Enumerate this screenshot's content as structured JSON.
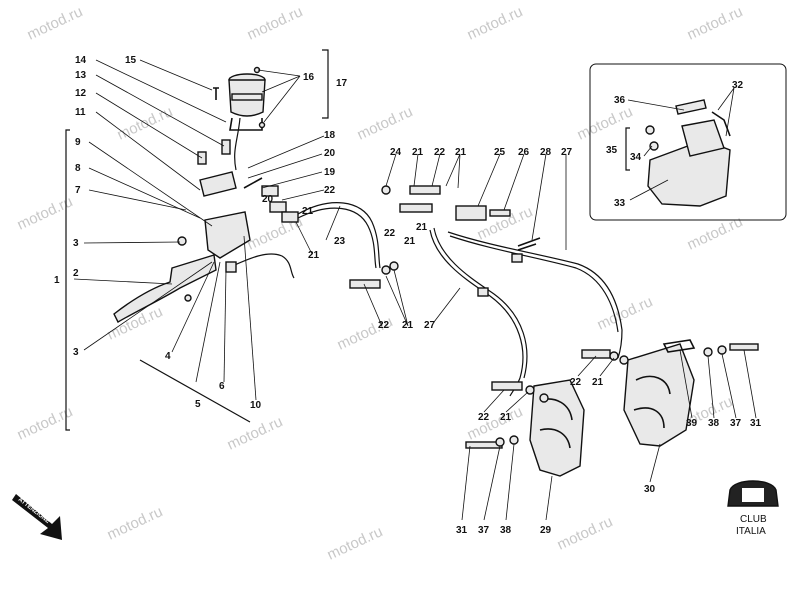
{
  "watermark": "motod.ru",
  "logo": {
    "line1": "CLUB",
    "line2": "ITALIA"
  },
  "stamp": "ATTENZIONE",
  "callouts": {
    "c1": "1",
    "c2": "2",
    "c3a": "3",
    "c3b": "3",
    "c4": "4",
    "c5": "5",
    "c6": "6",
    "c7": "7",
    "c8": "8",
    "c9": "9",
    "c10": "10",
    "c11": "11",
    "c12": "12",
    "c13": "13",
    "c14": "14",
    "c15": "15",
    "c16": "16",
    "c17": "17",
    "c18": "18",
    "c19": "19",
    "c20a": "20",
    "c20b": "20",
    "c21a": "21",
    "c21b": "21",
    "c21c": "21",
    "c21d": "21",
    "c21e": "21",
    "c21f": "21",
    "c21g": "21",
    "c21h": "21",
    "c21i": "21",
    "c22a": "22",
    "c22b": "22",
    "c22c": "22",
    "c22d": "22",
    "c22e": "22",
    "c22f": "22",
    "c23": "23",
    "c24": "24",
    "c25": "25",
    "c26": "26",
    "c27a": "27",
    "c27b": "27",
    "c28": "28",
    "c29": "29",
    "c30": "30",
    "c31a": "31",
    "c31b": "31",
    "c32": "32",
    "c33": "33",
    "c34": "34",
    "c35": "35",
    "c36": "36",
    "c37a": "37",
    "c37b": "37",
    "c38a": "38",
    "c38b": "38",
    "c39": "39"
  }
}
